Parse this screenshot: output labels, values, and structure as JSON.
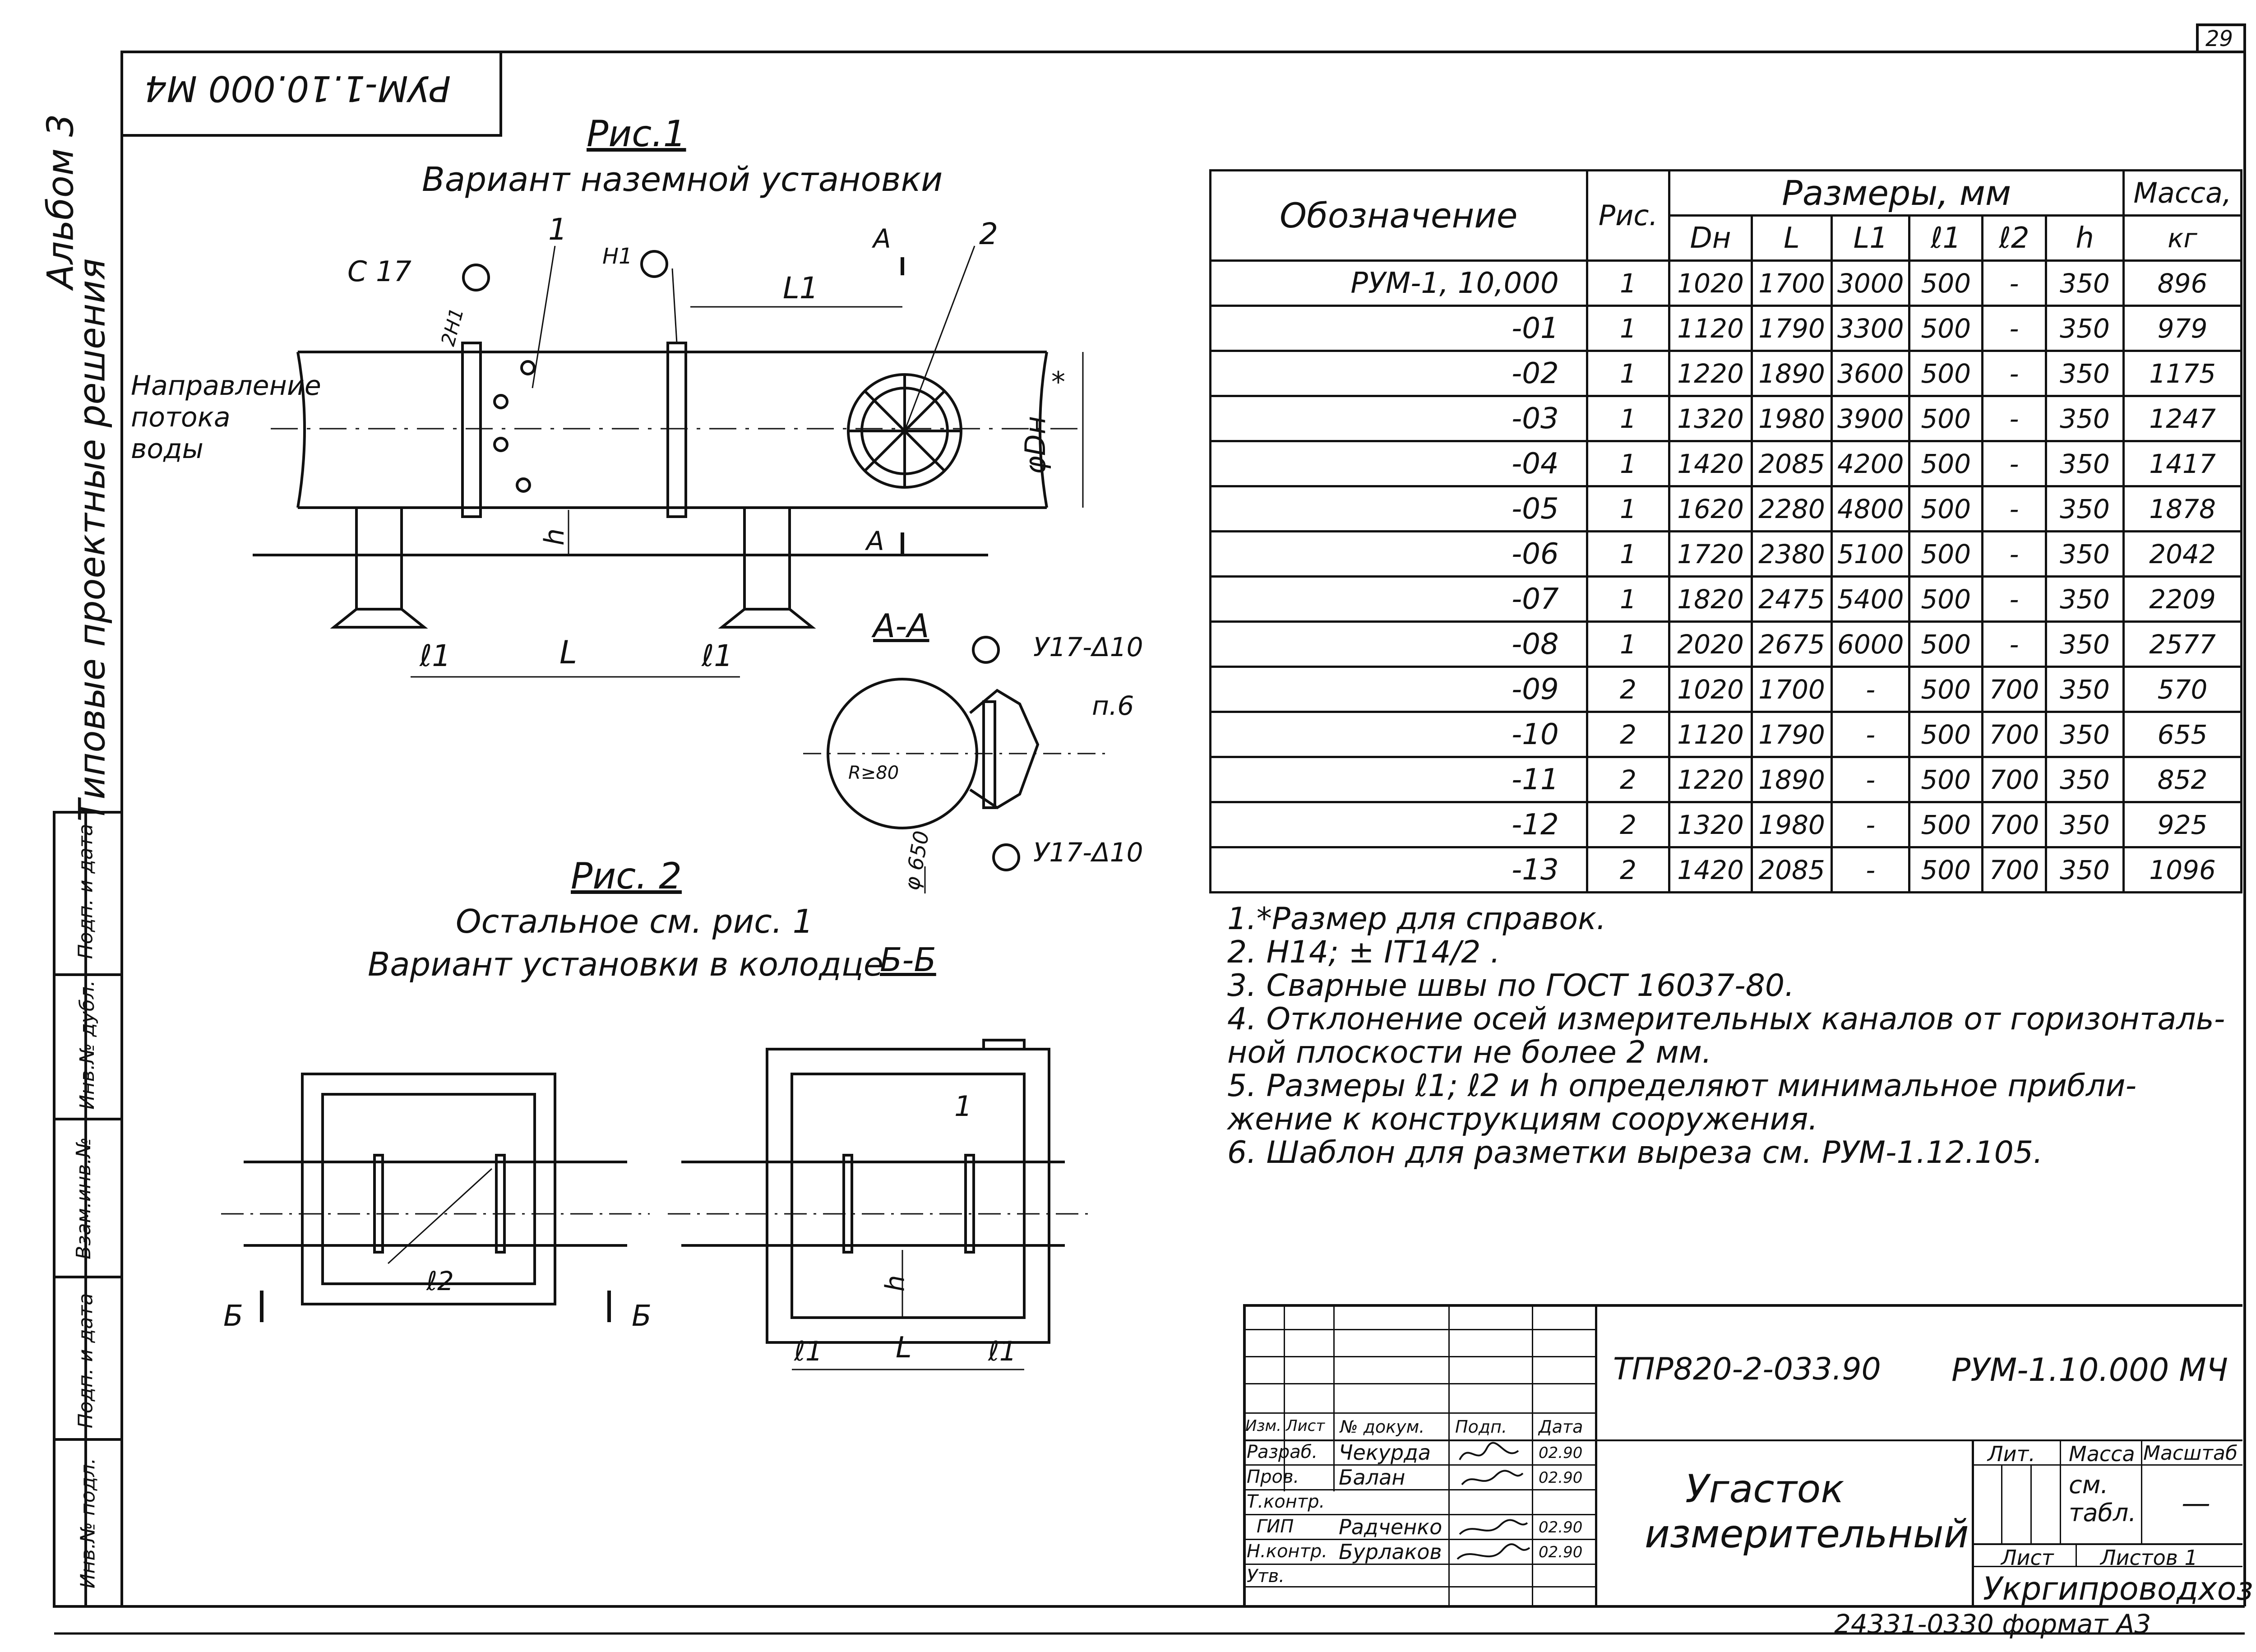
{
  "sheet": {
    "page_number": "29",
    "top_stamp_mirrored": "РУМ-1.10.000 М4",
    "side_album": "Альбом 3",
    "side_series": "Типовые проектные решения",
    "side_fields": [
      "Подп. и дата",
      "Инв.№ дубл.",
      "Взам.инв.№",
      "Подп. и дата",
      "Инв.№ подл."
    ],
    "archive_number": "24331-03",
    "format_label": "30 формат А3"
  },
  "figure1": {
    "title": "Рис.1",
    "subtitle": "Вариант наземной установки",
    "flow_label": "Направление потока воды",
    "labels": [
      "С 17",
      "2Н1",
      "1",
      "Н1",
      "А",
      "2",
      "L1",
      "φDн",
      "*",
      "h",
      "ℓ1",
      "L",
      "ℓ1",
      "А"
    ]
  },
  "section_aa": {
    "title": "А-А",
    "labels": [
      "У17-Δ10",
      "п.6",
      "R≥80",
      "φ 650",
      "У17-Δ10"
    ]
  },
  "figure2": {
    "title": "Рис. 2",
    "line1": "Остальное см. рис. 1",
    "line2": "Вариант установки в колодце",
    "section_bb": "Б-Б",
    "labels": [
      "ℓ2",
      "Б",
      "Б",
      "1",
      "h",
      "ℓ1",
      "L",
      "ℓ1"
    ]
  },
  "table": {
    "col_designation": "Обозначение",
    "col_fig": "Рис.",
    "col_dims": "Размеры, мм",
    "col_mass": "Масса,",
    "col_mass_unit": "кг",
    "sub_headers": [
      "Dн",
      "L",
      "L1",
      "ℓ1",
      "ℓ2",
      "h"
    ],
    "rows": [
      [
        "РУМ-1, 10,000",
        "1",
        "1020",
        "1700",
        "3000",
        "500",
        "-",
        "350",
        "896"
      ],
      [
        "-01",
        "1",
        "1120",
        "1790",
        "3300",
        "500",
        "-",
        "350",
        "979"
      ],
      [
        "-02",
        "1",
        "1220",
        "1890",
        "3600",
        "500",
        "-",
        "350",
        "1175"
      ],
      [
        "-03",
        "1",
        "1320",
        "1980",
        "3900",
        "500",
        "-",
        "350",
        "1247"
      ],
      [
        "-04",
        "1",
        "1420",
        "2085",
        "4200",
        "500",
        "-",
        "350",
        "1417"
      ],
      [
        "-05",
        "1",
        "1620",
        "2280",
        "4800",
        "500",
        "-",
        "350",
        "1878"
      ],
      [
        "-06",
        "1",
        "1720",
        "2380",
        "5100",
        "500",
        "-",
        "350",
        "2042"
      ],
      [
        "-07",
        "1",
        "1820",
        "2475",
        "5400",
        "500",
        "-",
        "350",
        "2209"
      ],
      [
        "-08",
        "1",
        "2020",
        "2675",
        "6000",
        "500",
        "-",
        "350",
        "2577"
      ],
      [
        "-09",
        "2",
        "1020",
        "1700",
        "-",
        "500",
        "700",
        "350",
        "570"
      ],
      [
        "-10",
        "2",
        "1120",
        "1790",
        "-",
        "500",
        "700",
        "350",
        "655"
      ],
      [
        "-11",
        "2",
        "1220",
        "1890",
        "-",
        "500",
        "700",
        "350",
        "852"
      ],
      [
        "-12",
        "2",
        "1320",
        "1980",
        "-",
        "500",
        "700",
        "350",
        "925"
      ],
      [
        "-13",
        "2",
        "1420",
        "2085",
        "-",
        "500",
        "700",
        "350",
        "1096"
      ]
    ]
  },
  "notes": [
    "1.*Размер для справок.",
    "2. Н14; ± IT14/2 .",
    "3. Сварные швы по ГОСТ 16037-80.",
    "4. Отклонение осей измерительных каналов от горизонталь-",
    "ной плоскости не более 2 мм.",
    "5. Размеры ℓ1; ℓ2 и h определяют минимальное прибли-",
    "жение к конструкциям сооружения.",
    "6. Шаблон для разметки выреза см. РУМ-1.12.105."
  ],
  "title_block": {
    "project_code": "ТПР820-2-033.90",
    "doc_code": "РУМ-1.10.000 МЧ",
    "name_line1": "Угасток",
    "name_line2": "измерительный",
    "lit_label": "Лит.",
    "mass_label": "Масса",
    "scale_label": "Масштаб",
    "mass_value": "см. табл.",
    "scale_value": "—",
    "sheet_label": "Лист",
    "sheets_label": "Листов 1",
    "organization": "Укргипроводхоз",
    "col_headers": [
      "Изм.",
      "Лист",
      "№ докум.",
      "Подп.",
      "Дата"
    ],
    "roles": [
      {
        "role": "Разраб.",
        "name": "Чекурда",
        "date": "02.90"
      },
      {
        "role": "Пров.",
        "name": "Балан",
        "date": "02.90"
      },
      {
        "role": "Т.контр.",
        "name": "",
        "date": ""
      },
      {
        "role": "ГИП",
        "name": "Радченко",
        "date": "02.90"
      },
      {
        "role": "Н.контр.",
        "name": "Бурлаков",
        "date": "02.90"
      },
      {
        "role": "Утв.",
        "name": "",
        "date": ""
      }
    ]
  }
}
